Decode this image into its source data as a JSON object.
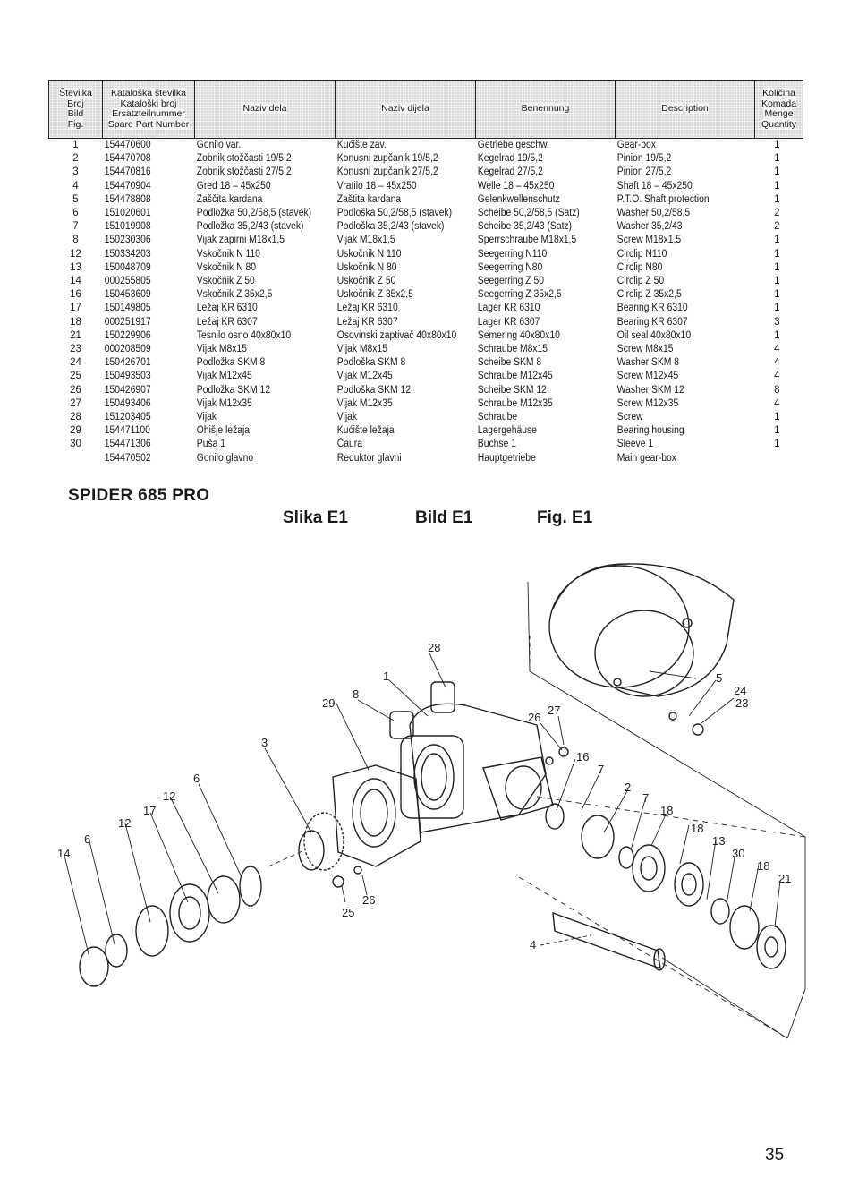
{
  "table": {
    "headers": [
      [
        "Številka",
        "Broj",
        "Bild",
        "Fig."
      ],
      [
        "Kataloška številka",
        "Kataloški broj",
        "Ersatzteilnummer",
        "Spare Part Number"
      ],
      [
        "Naziv dela"
      ],
      [
        "Naziv dijela"
      ],
      [
        "Benennung"
      ],
      [
        "Description"
      ],
      [
        "Količina",
        "Komada",
        "Menge",
        "Quantity"
      ]
    ],
    "rows": [
      {
        "fig": "1",
        "part": "154470600",
        "sl": "Gonilo var.",
        "hr": "Kućište zav.",
        "de": "Getriebe geschw.",
        "en": "Gear-box",
        "qty": "1"
      },
      {
        "fig": "2",
        "part": "154470708",
        "sl": "Zobnik stožčasti 19/5,2",
        "hr": "Konusni zupčanik 19/5,2",
        "de": "Kegelrad 19/5,2",
        "en": "Pinion 19/5,2",
        "qty": "1"
      },
      {
        "fig": "3",
        "part": "154470816",
        "sl": "Zobnik stožčasti 27/5,2",
        "hr": "Konusni zupčanik 27/5,2",
        "de": "Kegelrad 27/5,2",
        "en": "Pinion 27/5,2",
        "qty": "1"
      },
      {
        "fig": "4",
        "part": "154470904",
        "sl": "Gred 18 – 45x250",
        "hr": "Vratilo 18 – 45x250",
        "de": "Welle 18 – 45x250",
        "en": "Shaft 18 – 45x250",
        "qty": "1"
      },
      {
        "fig": "5",
        "part": "154478808",
        "sl": "Zaščita kardana",
        "hr": "Zaštita kardana",
        "de": "Gelenkwellenschutz",
        "en": "P.T.O. Shaft protection",
        "qty": "1"
      },
      {
        "fig": "6",
        "part": "151020601",
        "sl": "Podložka 50,2/58,5 (stavek)",
        "hr": "Podloška 50,2/58,5 (stavek)",
        "de": "Scheibe 50,2/58,5 (Satz)",
        "en": "Washer 50,2/58,5",
        "qty": "2"
      },
      {
        "fig": "7",
        "part": "151019908",
        "sl": "Podložka 35,2/43 (stavek)",
        "hr": "Podloška 35,2/43 (stavek)",
        "de": "Scheibe 35,2/43 (Satz)",
        "en": "Washer 35,2/43",
        "qty": "2"
      },
      {
        "fig": "8",
        "part": "150230306",
        "sl": "Vijak zapirni M18x1,5",
        "hr": "Vijak M18x1,5",
        "de": "Sperrschraube M18x1,5",
        "en": "Screw M18x1,5",
        "qty": "1"
      },
      {
        "fig": "12",
        "part": "150334203",
        "sl": "Vskočnik N 110",
        "hr": "Uskočnik N 110",
        "de": "Seegerring N110",
        "en": "Circlip N110",
        "qty": "1"
      },
      {
        "fig": "13",
        "part": "150048709",
        "sl": "Vskočnik N 80",
        "hr": "Uskočnik N 80",
        "de": "Seegerring N80",
        "en": "Circlip N80",
        "qty": "1"
      },
      {
        "fig": "14",
        "part": "000255805",
        "sl": "Vskočnik Z 50",
        "hr": "Uskočnik Z 50",
        "de": "Seegerring Z 50",
        "en": "Circlip Z 50",
        "qty": "1"
      },
      {
        "fig": "16",
        "part": "150453609",
        "sl": "Vskočnik Z 35x2,5",
        "hr": "Uskočnik Z 35x2,5",
        "de": "Seegerring Z 35x2,5",
        "en": "Circlip Z 35x2,5",
        "qty": "1"
      },
      {
        "fig": "17",
        "part": "150149805",
        "sl": "Ležaj KR 6310",
        "hr": "Ležaj KR 6310",
        "de": "Lager KR 6310",
        "en": "Bearing KR 6310",
        "qty": "1"
      },
      {
        "fig": "18",
        "part": "000251917",
        "sl": "Ležaj KR 6307",
        "hr": "Ležaj KR 6307",
        "de": "Lager KR 6307",
        "en": "Bearing KR 6307",
        "qty": "3"
      },
      {
        "fig": "21",
        "part": "150229906",
        "sl": "Tesnilo osno 40x80x10",
        "hr": "Osovinski zaptivač 40x80x10",
        "de": "Semering 40x80x10",
        "en": "Oil seal 40x80x10",
        "qty": "1"
      },
      {
        "fig": "23",
        "part": "000208509",
        "sl": "Vijak M8x15",
        "hr": "Vijak M8x15",
        "de": "Schraube M8x15",
        "en": "Screw M8x15",
        "qty": "4"
      },
      {
        "fig": "24",
        "part": "150426701",
        "sl": "Podložka SKM 8",
        "hr": "Podloška SKM 8",
        "de": "Scheibe SKM 8",
        "en": "Washer SKM 8",
        "qty": "4"
      },
      {
        "fig": "25",
        "part": "150493503",
        "sl": "Vijak M12x45",
        "hr": "Vijak M12x45",
        "de": "Schraube M12x45",
        "en": "Screw M12x45",
        "qty": "4"
      },
      {
        "fig": "26",
        "part": "150426907",
        "sl": "Podložka SKM 12",
        "hr": "Podloška SKM 12",
        "de": "Scheibe SKM 12",
        "en": "Washer SKM 12",
        "qty": "8"
      },
      {
        "fig": "27",
        "part": "150493406",
        "sl": "Vijak M12x35",
        "hr": "Vijak M12x35",
        "de": "Schraube M12x35",
        "en": "Screw M12x35",
        "qty": "4"
      },
      {
        "fig": "28",
        "part": "151203405",
        "sl": "Vijak",
        "hr": "Vijak",
        "de": "Schraube",
        "en": "Screw",
        "qty": "1"
      },
      {
        "fig": "29",
        "part": "154471100",
        "sl": "Ohišje ležaja",
        "hr": "Kućište ležaja",
        "de": "Lagergehäuse",
        "en": "Bearing housing",
        "qty": "1"
      },
      {
        "fig": "30",
        "part": "154471306",
        "sl": "Puša 1",
        "hr": "Čaura",
        "de": "Buchse 1",
        "en": "Sleeve 1",
        "qty": "1"
      },
      {
        "fig": "",
        "part": "154470502",
        "sl": "Gonilo glavno",
        "hr": "Reduktor glavni",
        "de": "Hauptgetriebe",
        "en": "Main gear-box",
        "qty": ""
      }
    ]
  },
  "model_title": "SPIDER 685 PRO",
  "figure_labels": [
    "Slika E1",
    "Bild E1",
    "Fig. E1"
  ],
  "callouts": [
    "28",
    "1",
    "8",
    "29",
    "3",
    "6",
    "12",
    "17",
    "12",
    "6",
    "14",
    "25",
    "26",
    "26",
    "27",
    "16",
    "7",
    "2",
    "7",
    "18",
    "18",
    "13",
    "30",
    "18",
    "21",
    "4",
    "5",
    "24",
    "23"
  ],
  "page_number": "35"
}
